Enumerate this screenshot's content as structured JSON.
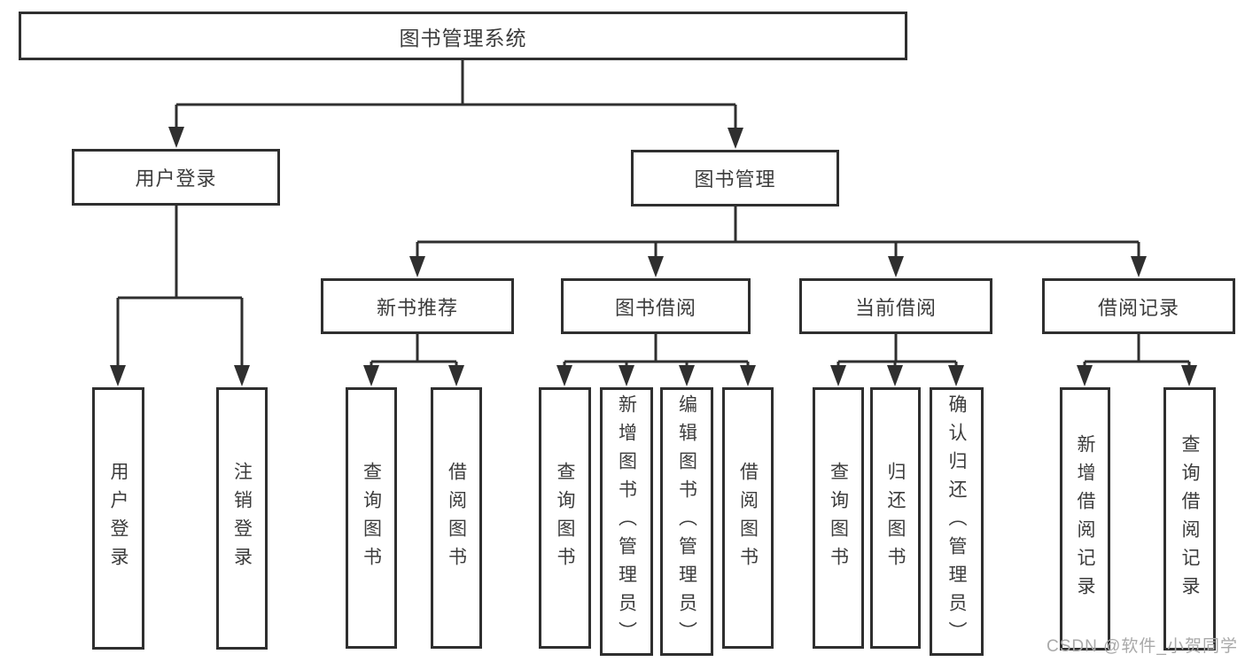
{
  "diagram": {
    "root": {
      "label": "图书管理系统"
    },
    "branches": {
      "user_login": {
        "label": "用户登录",
        "children": [
          {
            "label": "用户登录"
          },
          {
            "label": "注销登录"
          }
        ]
      },
      "book_mgmt": {
        "label": "图书管理",
        "sections": [
          {
            "label": "新书推荐",
            "children": [
              {
                "label": "查询图书"
              },
              {
                "label": "借阅图书"
              }
            ]
          },
          {
            "label": "图书借阅",
            "children": [
              {
                "label": "查询图书"
              },
              {
                "label": "新增图书（管理员）"
              },
              {
                "label": "编辑图书（管理员）"
              },
              {
                "label": "借阅图书"
              }
            ]
          },
          {
            "label": "当前借阅",
            "children": [
              {
                "label": "查询图书"
              },
              {
                "label": "归还图书"
              },
              {
                "label": "确认归还（管理员）"
              }
            ]
          },
          {
            "label": "借阅记录",
            "children": [
              {
                "label": "新增借阅记录"
              },
              {
                "label": "查询借阅记录"
              }
            ]
          }
        ]
      }
    },
    "watermark": "CSDN @软件_小贺同学",
    "colors": {
      "line": "#2f2f2f",
      "border": "#2f2f2f",
      "text": "#3c3c3c",
      "watermark": "#a9a9a9",
      "background": "#ffffff"
    }
  }
}
